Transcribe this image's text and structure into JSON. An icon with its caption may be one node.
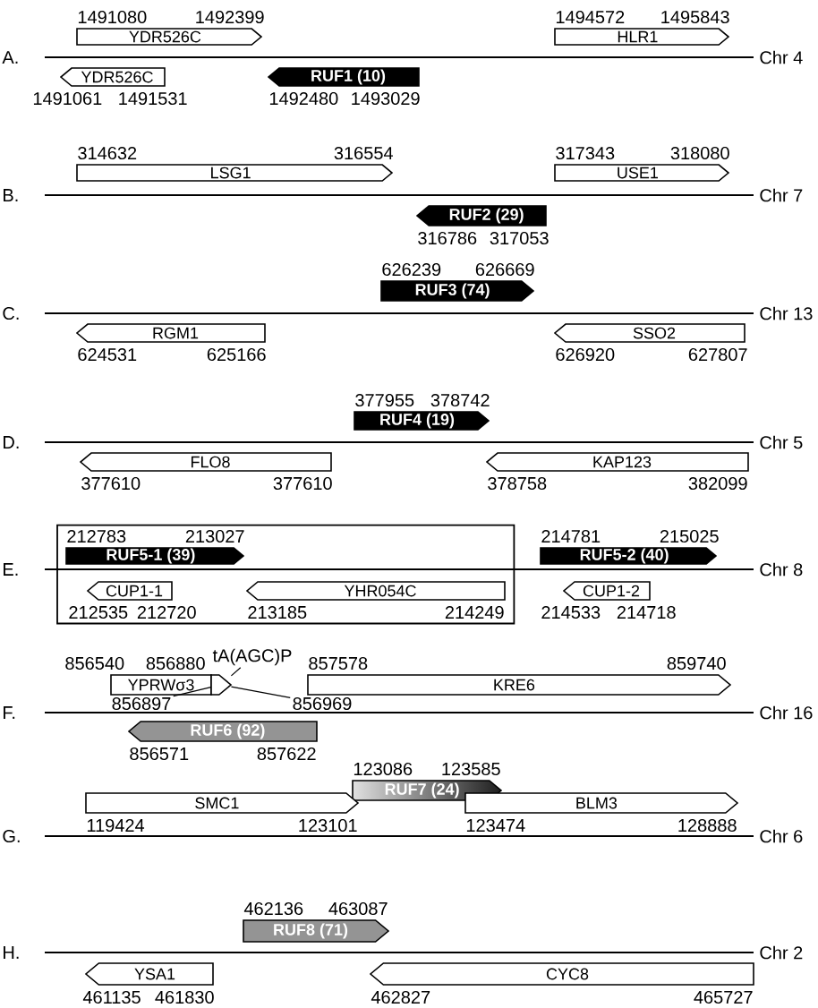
{
  "diagram": {
    "nodes": [
      {
        "text": [
          "YDR526C"
        ],
        "beside": [
          "1491080",
          "1492399"
        ]
      },
      {
        "text": [
          "HLR1"
        ],
        "beside": [
          "1494572",
          "1495843"
        ]
      },
      {
        "text": [
          "YDR526C"
        ],
        "beside": [
          "1491061",
          "1491531"
        ]
      },
      {
        "text": [
          "RUF1 (10)"
        ],
        "beside": [
          "1492480",
          "1493029"
        ]
      },
      {
        "text": [
          "LSG1"
        ],
        "beside": [
          "314632",
          "316554"
        ]
      },
      {
        "text": [
          "USE1"
        ],
        "beside": [
          "317343",
          "318080"
        ]
      },
      {
        "text": [
          "RUF2 (29)"
        ],
        "beside": [
          "316786",
          "317053"
        ]
      },
      {
        "text": [
          "RUF3 (74)"
        ],
        "beside": [
          "626239",
          "626669"
        ]
      },
      {
        "text": [
          "RGM1"
        ],
        "beside": [
          "624531",
          "625166"
        ]
      },
      {
        "text": [
          "SSO2"
        ],
        "beside": [
          "626920",
          "627807"
        ]
      },
      {
        "text": [
          "RUF4 (19)"
        ],
        "beside": [
          "377955",
          "378742"
        ]
      },
      {
        "text": [
          "FLO8"
        ],
        "beside": [
          "377610",
          "377610"
        ]
      },
      {
        "text": [
          "KAP123"
        ],
        "beside": [
          "378758",
          "382099"
        ]
      },
      {
        "text": [],
        "shape": "box"
      },
      {
        "text": [
          "RUF5-1 (39)"
        ],
        "beside": [
          "212783",
          "213027"
        ],
        "in": 13
      },
      {
        "text": [
          "RUF5-2 (40)"
        ],
        "beside": [
          "214781",
          "215025"
        ]
      },
      {
        "text": [
          "CUP1-1"
        ],
        "beside": [
          "212535",
          "212720"
        ],
        "in": 13
      },
      {
        "text": [
          "YHR054C"
        ],
        "beside": [
          "213185",
          "214249"
        ],
        "in": 13
      },
      {
        "text": [
          "CUP1-2"
        ],
        "beside": [
          "214533",
          "214718"
        ]
      },
      {
        "text": [
          "YPRWσ3"
        ],
        "beside": [
          "856540",
          "856880"
        ]
      },
      {
        "text": [
          "tA(AGC)P"
        ]
      },
      {
        "text": [],
        "shape": "arrow"
      },
      {
        "text": [
          "KRE6"
        ],
        "beside": [
          "857578",
          "859740"
        ]
      },
      {
        "text": [
          "856897"
        ]
      },
      {
        "text": [
          "856969"
        ]
      },
      {
        "text": [
          "RUF6 (92)"
        ],
        "beside": [
          "856571",
          "857622"
        ]
      },
      {
        "text": [
          "RUF7 (24)"
        ],
        "beside": [
          "123086",
          "123585"
        ]
      },
      {
        "text": [
          "SMC1"
        ],
        "beside": [
          "119424",
          "123101"
        ]
      },
      {
        "text": [
          "BLM3"
        ],
        "beside": [
          "123474",
          "128888"
        ]
      },
      {
        "text": [
          "RUF8 (71)"
        ],
        "beside": [
          "462136",
          "463087"
        ]
      },
      {
        "text": [
          "YSA1"
        ],
        "beside": [
          "461135",
          "461830"
        ]
      },
      {
        "text": [
          "CYC8"
        ],
        "beside": [
          "462827",
          "465727"
        ]
      }
    ],
    "edges": [
      {
        "from": 20,
        "to": 21,
        "arrow": "none"
      },
      {
        "from": 23,
        "to": 21,
        "arrow": "none"
      },
      {
        "from": 24,
        "to": 21,
        "arrow": "none"
      }
    ],
    "labels": [
      "A.",
      "Chr 4",
      "B.",
      "Chr 7",
      "C.",
      "Chr 13",
      "D.",
      "Chr 5",
      "E.",
      "Chr 8",
      "F.",
      "Chr 16",
      "G.",
      "Chr 6",
      "H.",
      "Chr 2"
    ]
  }
}
